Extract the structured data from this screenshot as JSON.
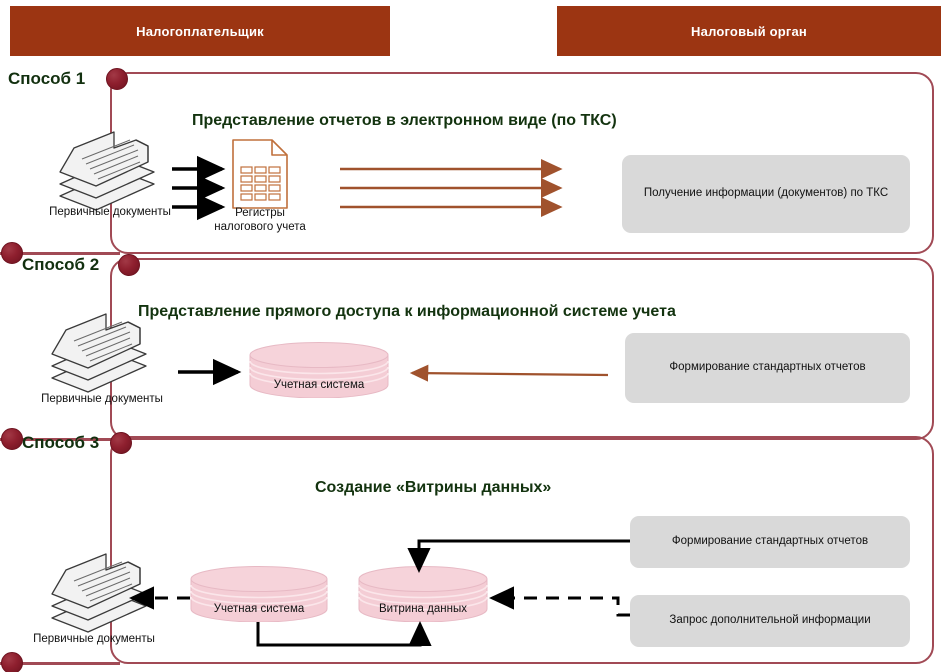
{
  "headers": {
    "taxpayer": "Налогоплательщик",
    "tax_authority": "Налоговый орган"
  },
  "colors": {
    "banner": "#9c3512",
    "frame_border": "#a14a55",
    "dot": "#8e1f2e",
    "title_text": "#13330f",
    "gray_box": "#d9d9d9",
    "cylinder": "#f2c9d2",
    "brown_arrow": "#a0522d",
    "black_arrow": "#000000"
  },
  "sections": [
    {
      "label": "Способ 1",
      "title": "Представление отчетов в электронном виде (по ТКС)",
      "shapes": {
        "documents_caption": "Первичные документы",
        "register_caption_line1": "Регистры",
        "register_caption_line2": "налогового учета"
      },
      "boxes": [
        {
          "text": "Получение информации (документов) по ТКС"
        }
      ],
      "arrows": {
        "black_count": 3,
        "brown_count": 3,
        "brown_direction": "right"
      }
    },
    {
      "label": "Способ 2",
      "title": "Представление прямого  доступа к информационной системе учета",
      "shapes": {
        "documents_caption": "Первичные документы",
        "cylinder_label": "Учетная система"
      },
      "boxes": [
        {
          "text": "Формирование стандартных отчетов"
        }
      ],
      "arrows": {
        "black_count": 1,
        "brown_count": 1,
        "brown_direction": "left"
      }
    },
    {
      "label": "Способ 3",
      "title": "Создание «Витрины данных»",
      "shapes": {
        "documents_caption": "Первичные документы",
        "cylinder_label_1": "Учетная система",
        "cylinder_label_2": "Витрина данных"
      },
      "boxes": [
        {
          "text": "Формирование стандартных отчетов"
        },
        {
          "text": "Запрос дополнительной информации"
        }
      ],
      "arrows": {
        "solid_count": 3,
        "dashed_count": 2
      }
    }
  ],
  "icons": {
    "document_stack": "document-stack-icon",
    "register_document": "register-document-icon",
    "database_cylinder": "database-cylinder-icon",
    "connector_dot": "connector-dot-icon"
  }
}
